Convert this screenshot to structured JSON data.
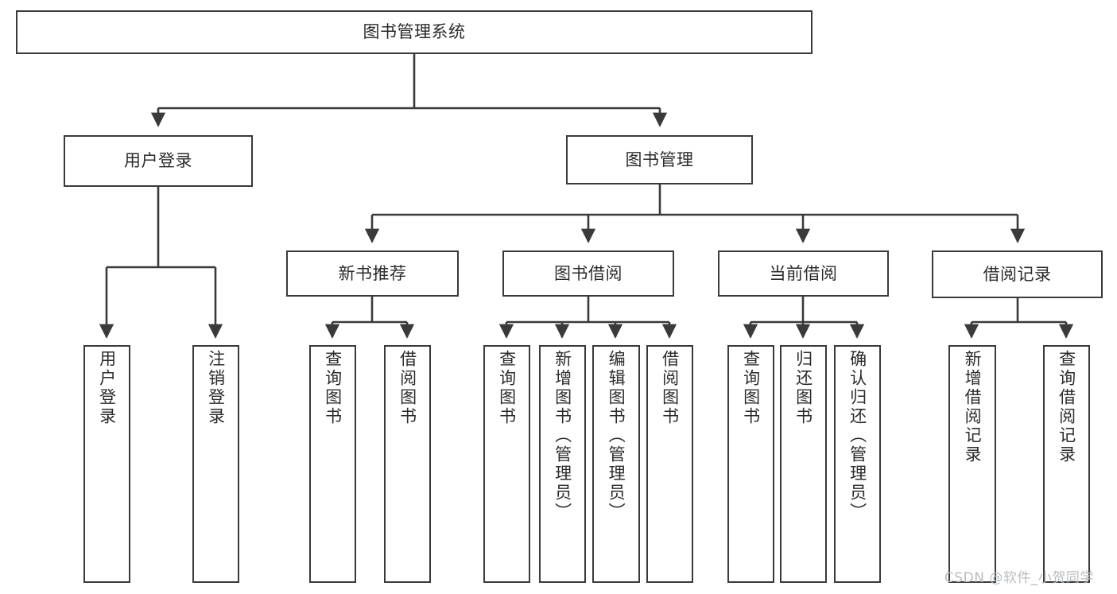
{
  "diagram": {
    "title": "图书管理系统",
    "type": "tree-hierarchy",
    "stroke_color": "#3a3a3a",
    "background_color": "#ffffff",
    "text_color": "#2b2b2b",
    "watermark": "CSDN @软件_小贺同学",
    "levels": {
      "root": {
        "label": "图书管理系统"
      },
      "level2": [
        {
          "label": "用户登录"
        },
        {
          "label": "图书管理"
        }
      ],
      "level3": [
        {
          "label": "新书推荐"
        },
        {
          "label": "图书借阅"
        },
        {
          "label": "当前借阅"
        },
        {
          "label": "借阅记录"
        }
      ],
      "leaves": {
        "user_login": [
          {
            "label": "用户登录"
          },
          {
            "label": "注销登录"
          }
        ],
        "new_book_recommend": [
          {
            "label": "查询图书"
          },
          {
            "label": "借阅图书"
          }
        ],
        "book_borrow": [
          {
            "label": "查询图书"
          },
          {
            "label": "新增图书（管理员）"
          },
          {
            "label": "编辑图书（管理员）"
          },
          {
            "label": "借阅图书"
          }
        ],
        "current_borrow": [
          {
            "label": "查询图书"
          },
          {
            "label": "归还图书"
          },
          {
            "label": "确认归还（管理员）"
          }
        ],
        "borrow_record": [
          {
            "label": "新增借阅记录"
          },
          {
            "label": "查询借阅记录"
          }
        ]
      }
    }
  }
}
